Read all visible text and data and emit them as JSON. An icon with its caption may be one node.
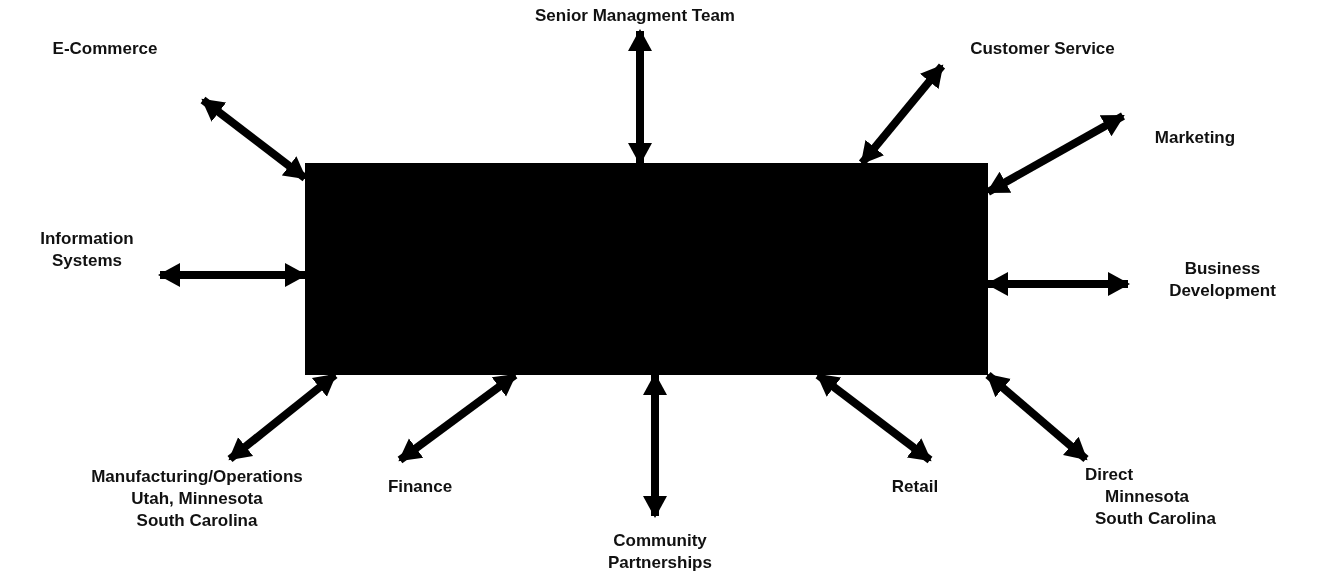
{
  "diagram": {
    "nodes": [
      {
        "text": [],
        "shape": "box"
      },
      {
        "text": [
          "E-Commerce"
        ]
      },
      {
        "text": [
          "Senior Managment Team"
        ]
      },
      {
        "text": [
          "Customer Service"
        ]
      },
      {
        "text": [
          "Marketing"
        ]
      },
      {
        "text": [
          "Information Systems"
        ]
      },
      {
        "text": [
          "Business Development"
        ]
      },
      {
        "text": [
          "Manufacturing/Operations",
          "Utah, Minnesota",
          "South Carolina"
        ]
      },
      {
        "text": [
          "Finance"
        ]
      },
      {
        "text": [
          "Community Partnerships"
        ]
      },
      {
        "text": [
          "Retail"
        ]
      },
      {
        "text": [
          "Direct",
          "Minnesota",
          "South Carolina"
        ]
      }
    ],
    "edges": [
      {
        "from": 0,
        "to": 1,
        "arrow": "both"
      },
      {
        "from": 0,
        "to": 2,
        "arrow": "both"
      },
      {
        "from": 0,
        "to": 3,
        "arrow": "both"
      },
      {
        "from": 0,
        "to": 4,
        "arrow": "both"
      },
      {
        "from": 0,
        "to": 5,
        "arrow": "both"
      },
      {
        "from": 0,
        "to": 6,
        "arrow": "both"
      },
      {
        "from": 0,
        "to": 7,
        "arrow": "both"
      },
      {
        "from": 0,
        "to": 8,
        "arrow": "both"
      },
      {
        "from": 0,
        "to": 9,
        "arrow": "both"
      },
      {
        "from": 0,
        "to": 10,
        "arrow": "both"
      },
      {
        "from": 0,
        "to": 11,
        "arrow": "both"
      }
    ]
  }
}
